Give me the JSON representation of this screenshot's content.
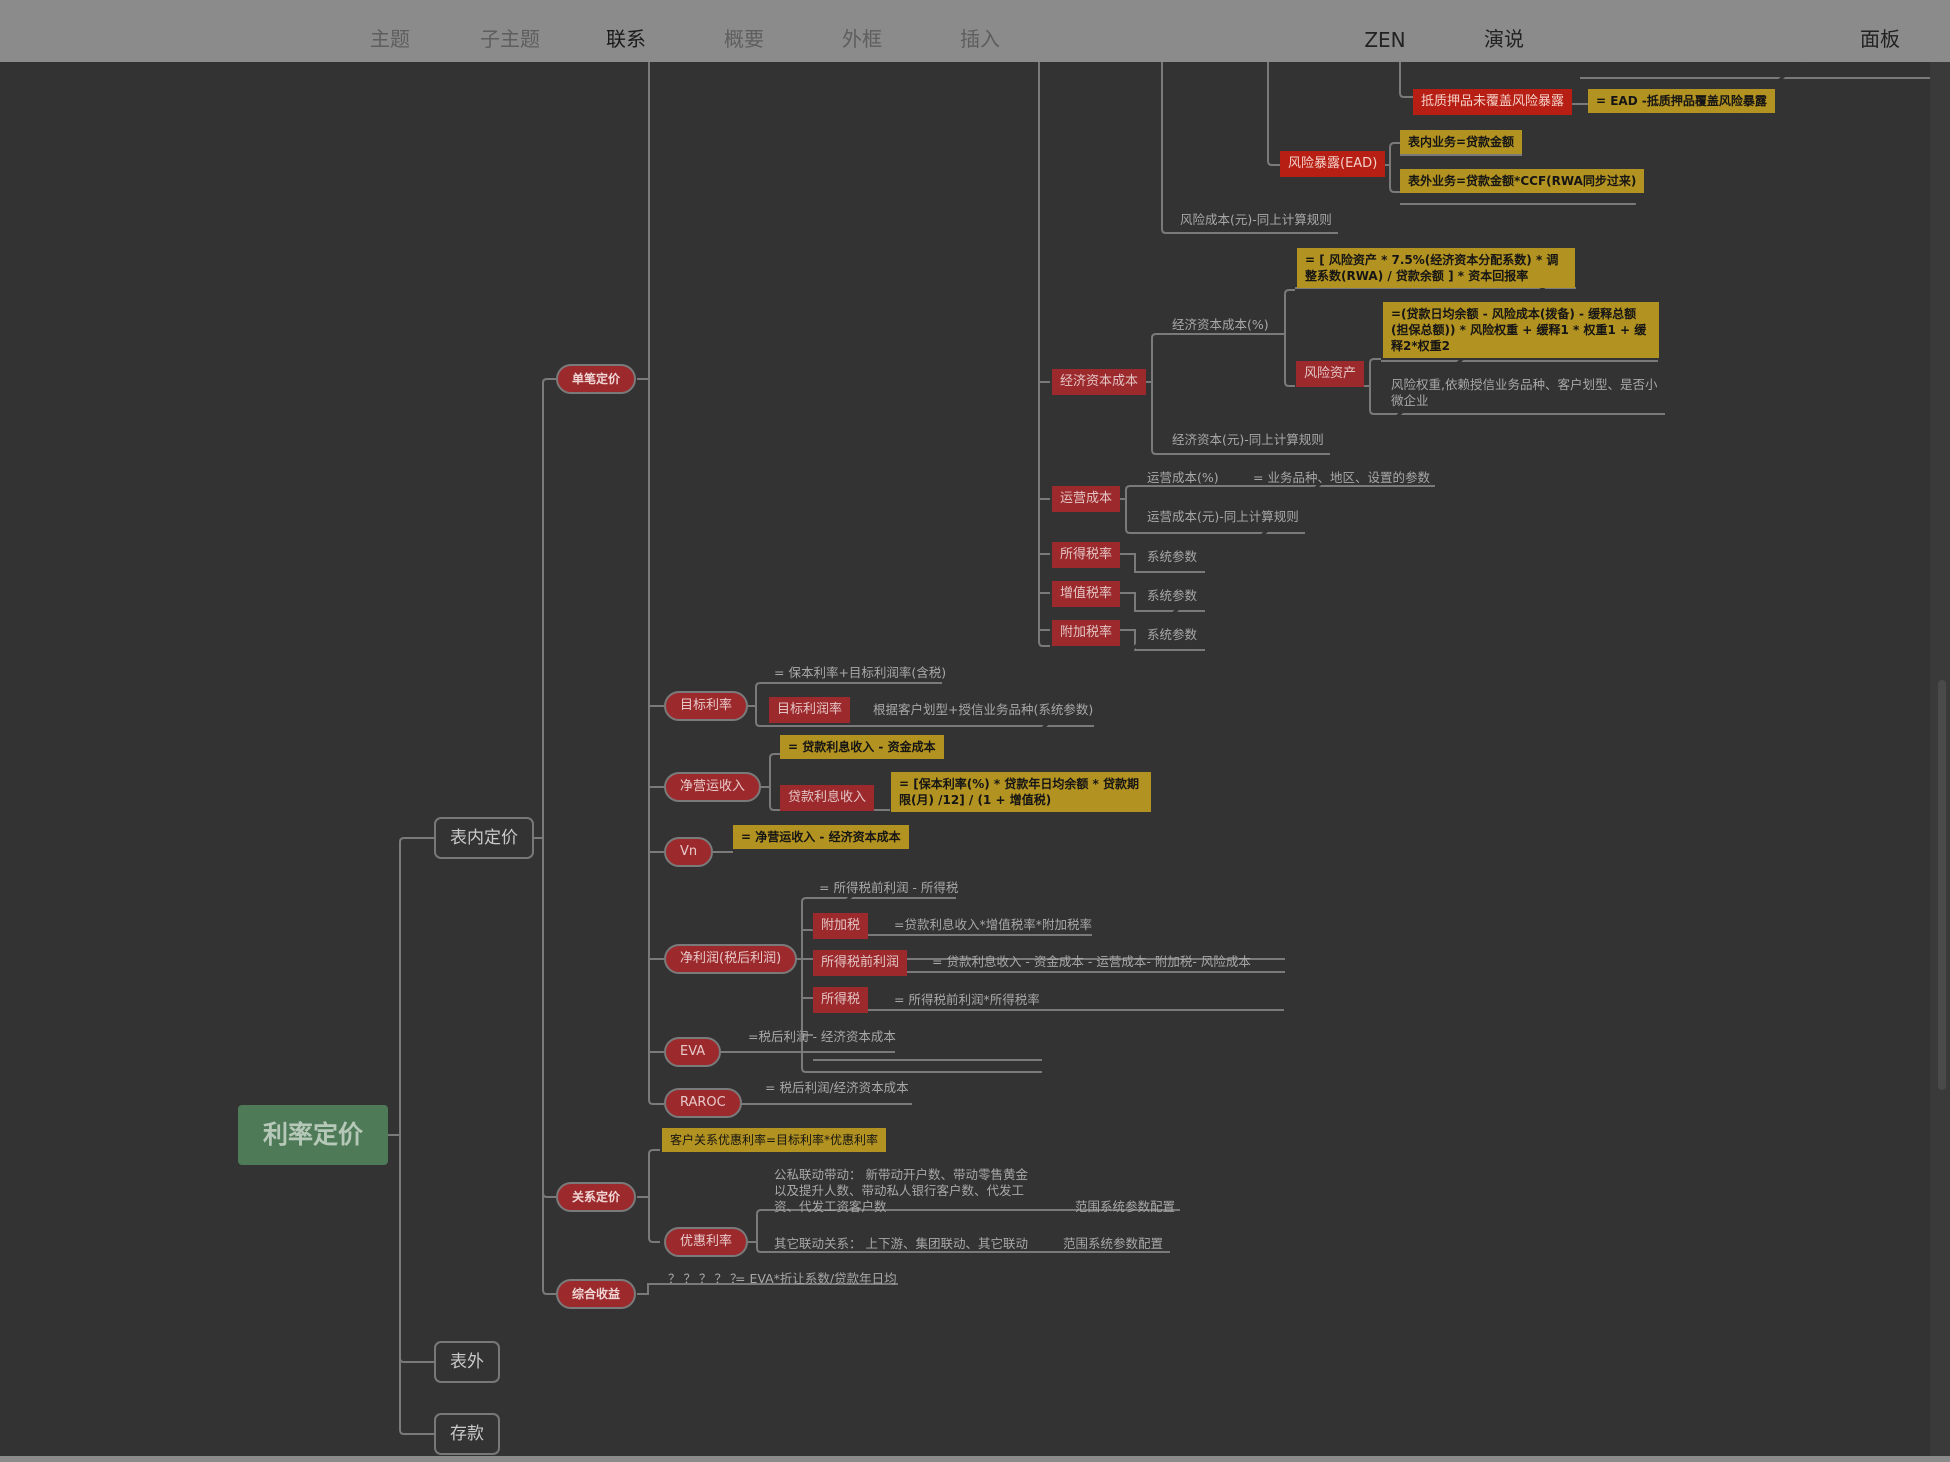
{
  "toolbar": {
    "items": [
      "主题",
      "子主题",
      "联系",
      "概要",
      "外框",
      "插入",
      "ZEN",
      "演说",
      "面板"
    ]
  },
  "colors": {
    "background": "#323332",
    "pill": "#9c2a2d",
    "gold": "#b29220",
    "root": "#4f7a58",
    "line": "#7a7a7a"
  },
  "mindmap": {
    "root": "利率定价",
    "branches": {
      "balance_sheet": "表内定价",
      "off_balance": "表外",
      "deposit": "存款"
    },
    "single": {
      "label": "单笔定价",
      "collateral_uncovered": "抵质押品未覆盖风险暴露",
      "collateral_formula": "= EAD -抵质押品覆盖风险暴露",
      "ead": "风险暴露(EAD)",
      "ead_on": "表内业务=贷款金额",
      "ead_off": "表外业务=贷款金额*CCF(RWA同步过来)",
      "risk_cost_yuan": "风险成本(元)-同上计算规则",
      "econ_capital_cost": "经济资本成本",
      "econ_cost_pct": "经济资本成本(%)",
      "econ_cost_pct_formula": "= [ 风险资产 * 7.5%(经济资本分配系数) * 调整系数(RWA) / 贷款余额 ] * 资本回报率",
      "risk_asset": "风险资产",
      "risk_asset_formula": "=(贷款日均余额 - 风险成本(拨备) - 缓释总额(担保总额)) * 风险权重 + 缓释1 * 权重1 + 缓释2*权重2",
      "risk_weight_note": "风险权重,依赖授信业务品种、客户划型、是否小微企业",
      "econ_cost_yuan": "经济资本(元)-同上计算规则",
      "op_cost": "运营成本",
      "op_cost_pct": "运营成本(%)",
      "op_cost_pct_formula": "= 业务品种、地区、设置的参数",
      "op_cost_yuan": "运营成本(元)-同上计算规则",
      "income_tax_rate": "所得税率",
      "vat_rate": "增值税率",
      "surcharge_rate": "附加税率",
      "sys_param": "系统参数",
      "target_rate": "目标利率",
      "target_rate_formula": "= 保本利率+目标利润率(含税)",
      "target_margin": "目标利润率",
      "target_margin_note": "根据客户划型+授信业务品种(系统参数)",
      "net_op_income": "净营运收入",
      "net_op_income_formula": "= 贷款利息收入 - 资金成本",
      "loan_interest": "贷款利息收入",
      "loan_interest_formula": "= [保本利率(%) * 贷款年日均余额 * 贷款期限(月) /12] / (1 + 增值税)",
      "vn": "Vn",
      "vn_formula": "= 净营运收入 - 经济资本成本",
      "net_profit": "净利润(税后利润)",
      "net_profit_formula": "= 所得税前利润 - 所得税",
      "surcharge": "附加税",
      "surcharge_formula": "=贷款利息收入*增值税率*附加税率",
      "pretax_profit": "所得税前利润",
      "pretax_formula": "= 贷款利息收入 - 资金成本 - 运营成本- 附加税- 风险成本",
      "income_tax": "所得税",
      "income_tax_formula": "= 所得税前利润*所得税率",
      "eva": "EVA",
      "eva_formula": "=税后利润 - 经济资本成本",
      "raroc": "RAROC",
      "raroc_formula": "= 税后利润/经济资本成本"
    },
    "relation": {
      "label": "关系定价",
      "customer_pref": "客户关系优惠利率=目标利率*优惠利率",
      "pref_rate": "优惠利率",
      "public_private": "公私联动带动： 新带动开户数、带动零售黄金以及提升人数、带动私人银行客户数、代发工资、代发工资客户数",
      "range_config": "范围系统参数配置",
      "other_linkage": "其它联动关系： 上下游、集团联动、其它联动",
      "range_config2": "范围系统参数配置"
    },
    "comprehensive": {
      "label": "综合收益",
      "question": "？？？？？",
      "formula": "= EVA*折让系数/贷款年日均"
    }
  }
}
